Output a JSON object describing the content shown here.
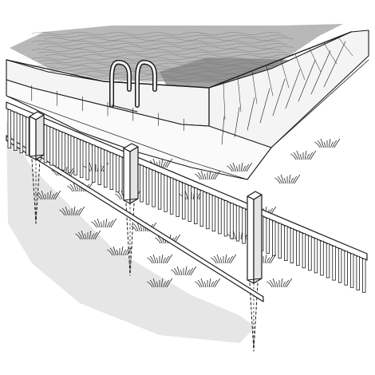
{
  "illustration": {
    "subject": "pool-with-fence",
    "style": "pen-and-ink-sketch",
    "colors": {
      "ink": "#1a1a1a",
      "paper": "#ffffff",
      "water": "#b8b8b8",
      "water_dark": "#8a8a8a",
      "shadow": "#d2d2d2",
      "grass": "#3a3a3a",
      "deck": "#f4f4f4"
    },
    "elements": [
      "pool-water",
      "pool-deck",
      "pool-ladder",
      "fence-rail",
      "fence-pickets",
      "fence-posts",
      "post-footings",
      "grass-tufts"
    ]
  }
}
